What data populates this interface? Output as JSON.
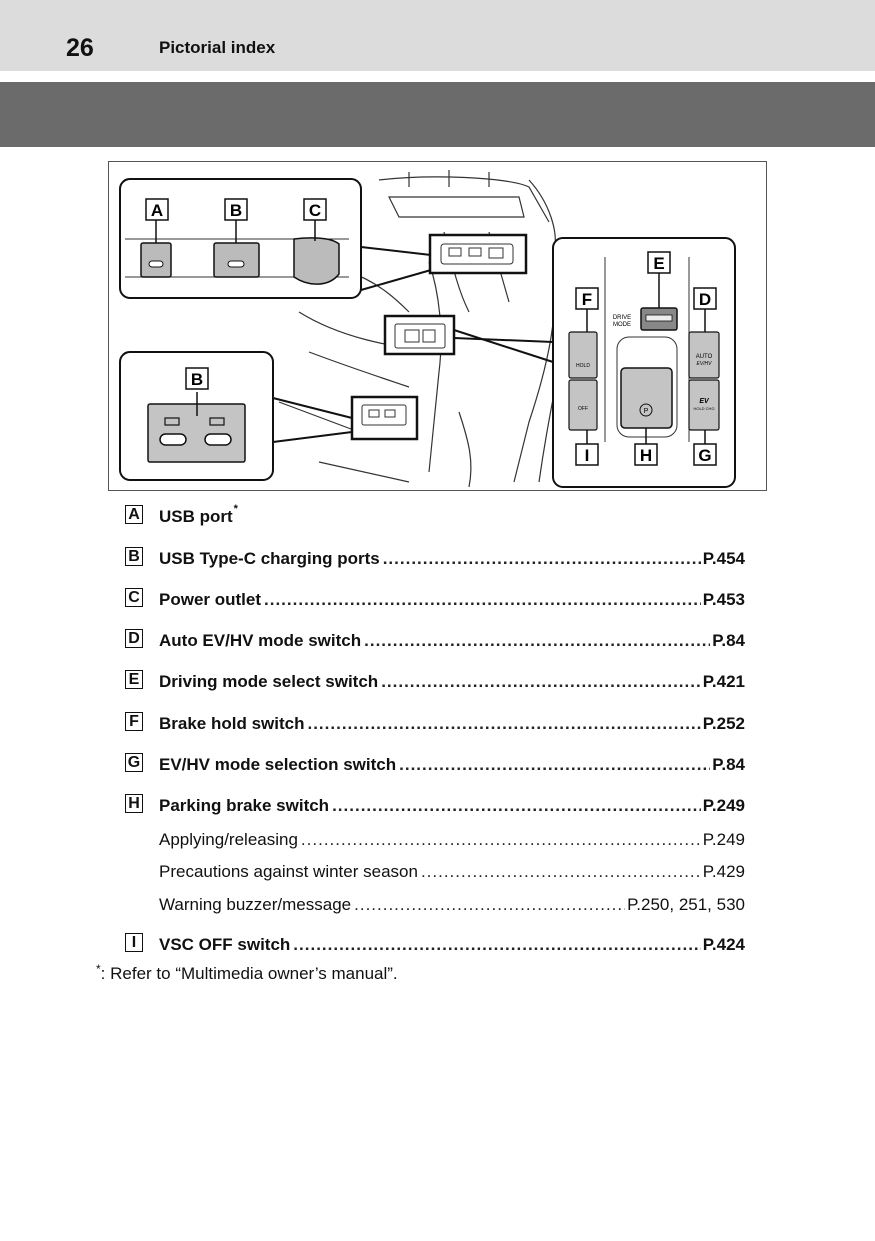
{
  "header": {
    "page_number": "26",
    "section_title": "Pictorial index"
  },
  "figure": {
    "callout_labels": [
      "A",
      "B",
      "C",
      "B",
      "E",
      "F",
      "D",
      "I",
      "H",
      "G"
    ],
    "panel_texts": {
      "drive_mode_line1": "DRIVE",
      "drive_mode_line2": "MODE",
      "hold": "HOLD",
      "off": "OFF",
      "auto": "AUTO",
      "ev_hv": "EV/HV",
      "ev": "EV",
      "hold_chg": "HOLD CHG",
      "parking_symbol": "P"
    }
  },
  "entries": [
    {
      "letter": "A",
      "label": "USB port",
      "sup": "*",
      "ref": ""
    },
    {
      "letter": "B",
      "label": "USB Type-C charging ports",
      "ref": "P.454"
    },
    {
      "letter": "C",
      "label": "Power outlet",
      "ref": "P.453"
    },
    {
      "letter": "D",
      "label": "Auto EV/HV mode switch",
      "ref": "P.84"
    },
    {
      "letter": "E",
      "label": "Driving mode select switch",
      "ref": "P.421"
    },
    {
      "letter": "F",
      "label": "Brake hold switch",
      "ref": "P.252"
    },
    {
      "letter": "G",
      "label": "EV/HV mode selection switch",
      "ref": "P.84"
    },
    {
      "letter": "H",
      "label": "Parking brake switch",
      "ref": "P.249"
    },
    {
      "letter": "I",
      "label": "VSC OFF switch",
      "ref": "P.424"
    }
  ],
  "sub_entries": [
    {
      "label": "Applying/releasing",
      "ref": "P.249"
    },
    {
      "label": "Precautions against winter season",
      "ref": "P.429"
    },
    {
      "label": "Warning buzzer/message",
      "ref": "P.250, 251, 530"
    }
  ],
  "footnote": {
    "star": "*",
    "text": ": Refer to “Multimedia owner’s manual”."
  }
}
